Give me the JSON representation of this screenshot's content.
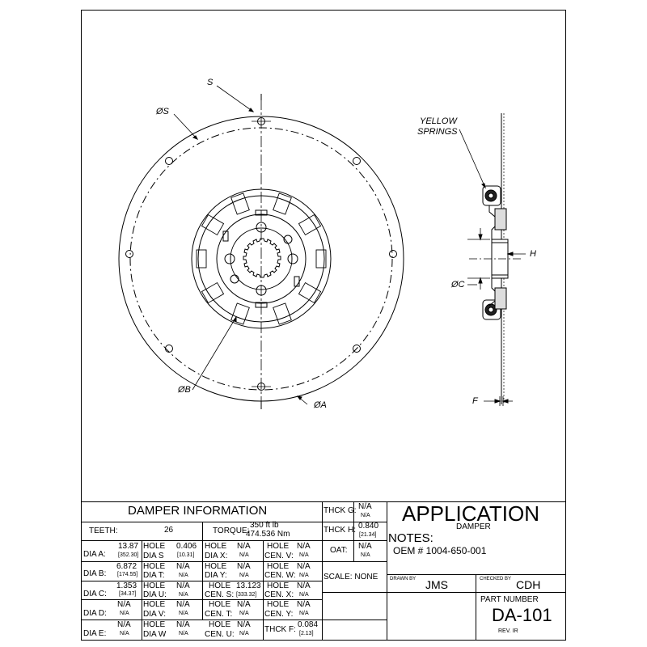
{
  "drawing": {
    "callouts": {
      "s": "S",
      "dia_s": "ØS",
      "dia_b": "ØB",
      "dia_a": "ØA",
      "yellow": "YELLOW",
      "springs": "SPRINGS",
      "h": "H",
      "dia_c": "ØC",
      "f": "F"
    }
  },
  "title_block": {
    "header": "DAMPER INFORMATION",
    "teeth_label": "TEETH:",
    "teeth_value": "26",
    "torque_label": "TORQUE:",
    "torque_value": "350 ft lb",
    "torque_value_nm": "474.536 Nm",
    "dia_a_label": "DIA A:",
    "dia_a_value": "13.87",
    "dia_a_mm": "[352.30]",
    "dia_b_label": "DIA B:",
    "dia_b_value": "6.872",
    "dia_b_mm": "[174.55]",
    "dia_c_label": "DIA C:",
    "dia_c_value": "1.353",
    "dia_c_mm": "[34.37]",
    "dia_d_label": "DIA D:",
    "dia_d_value": "N/A",
    "dia_d_mm": "N/A",
    "dia_e_label": "DIA E:",
    "dia_e_value": "N/A",
    "dia_e_mm": "N/A",
    "hole_s_label1": "HOLE",
    "hole_s_label2": "DIA S",
    "hole_s_value": "0.406",
    "hole_s_mm": "[10.31]",
    "hole_t_label1": "HOLE",
    "hole_t_label2": "DIA T:",
    "hole_t_value": "N/A",
    "hole_t_mm": "N/A",
    "hole_u_label1": "HOLE",
    "hole_u_label2": "DIA U:",
    "hole_u_value": "N/A",
    "hole_u_mm": "N/A",
    "hole_v_label1": "HOLE",
    "hole_v_label2": "DIA V:",
    "hole_v_value": "N/A",
    "hole_v_mm": "N/A",
    "hole_w_label1": "HOLE",
    "hole_w_label2": "DIA W",
    "hole_w_value": "N/A",
    "hole_w_mm": "N/A",
    "hole_x_label1": "HOLE",
    "hole_x_label2": "DIA X:",
    "hole_x_value": "N/A",
    "hole_x_mm": "N/A",
    "hole_y_label1": "HOLE",
    "hole_y_label2": "DIA Y:",
    "hole_y_value": "N/A",
    "hole_y_mm": "N/A",
    "cen_s_label1": "HOLE",
    "cen_s_label2": "CEN. S:",
    "cen_s_value": "13.123",
    "cen_s_mm": "[333.32]",
    "cen_t_label1": "HOLE",
    "cen_t_label2": "CEN. T:",
    "cen_t_value": "N/A",
    "cen_t_mm": "N/A",
    "cen_u_label1": "HOLE",
    "cen_u_label2": "CEN. U:",
    "cen_u_value": "N/A",
    "cen_u_mm": "N/A",
    "cen_v_label1": "HOLE",
    "cen_v_label2": "CEN. V:",
    "cen_v_value": "N/A",
    "cen_v_mm": "N/A",
    "cen_w_label1": "HOLE",
    "cen_w_label2": "CEN. W:",
    "cen_w_value": "N/A",
    "cen_w_mm": "N/A",
    "cen_x_label1": "HOLE",
    "cen_x_label2": "CEN. X:",
    "cen_x_value": "N/A",
    "cen_x_mm": "N/A",
    "cen_y_label1": "HOLE",
    "cen_y_label2": "CEN. Y:",
    "cen_y_value": "N/A",
    "cen_y_mm": "N/A",
    "thck_g_label": "THCK G:",
    "thck_g_value": "N/A",
    "thck_g_mm": "N/A",
    "thck_h_label": "THCK H:",
    "thck_h_value": "0.840",
    "thck_h_mm": "[21.34]",
    "oat_label": "OAT:",
    "oat_value": "N/A",
    "oat_mm": "N/A",
    "scale_label": "SCALE: NONE",
    "thck_f_label": "THCK F:",
    "thck_f_value": "0.084",
    "thck_f_mm": "[2.13]",
    "application": "APPLICATION",
    "application_sub": "DAMPER",
    "notes_label": "NOTES:",
    "notes_text": "OEM # 1004-650-001",
    "drawn_by_label": "DRAWN BY",
    "drawn_by_value": "JMS",
    "checked_by_label": "CHECKED BY",
    "checked_by_value": "CDH",
    "part_number_label": "PART NUMBER",
    "part_number_value": "DA-101",
    "rev_label": "REV. IR"
  }
}
